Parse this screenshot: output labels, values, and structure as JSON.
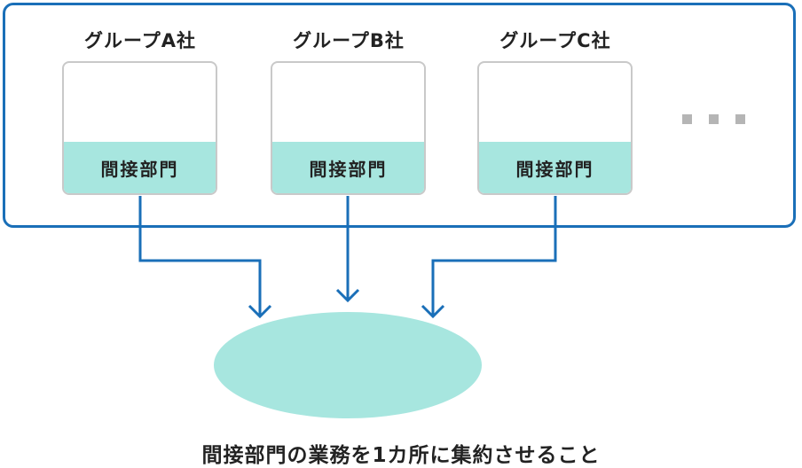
{
  "companies": [
    {
      "name": "グループA社",
      "dept_label": "間接部門"
    },
    {
      "name": "グループB社",
      "dept_label": "間接部門"
    },
    {
      "name": "グループC社",
      "dept_label": "間接部門"
    }
  ],
  "more_indicator": "…",
  "caption": "間接部門の業務を1カ所に集約させること",
  "colors": {
    "frame": "#1a6fb8",
    "band": "#a7e6df",
    "box_border": "#c9c9c9",
    "dots": "#b5b5b5",
    "arrows": "#1a6fb8",
    "ellipse": "#a7e6df"
  }
}
